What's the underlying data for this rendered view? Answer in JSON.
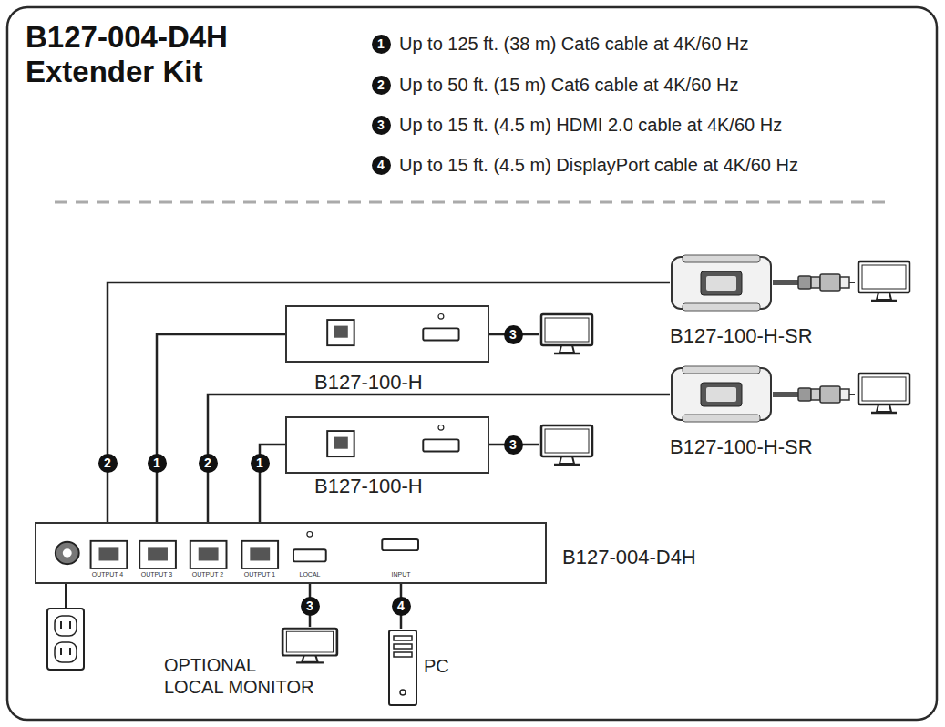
{
  "diagram": {
    "title": "B127-004-D4H Extender Kit",
    "nodes": [
      {
        "text": [
          "B127-100-H-SR"
        ]
      },
      {
        "text": [
          "B127-100-H"
        ]
      },
      {
        "text": [
          "B127-100-H-SR"
        ]
      },
      {
        "text": [
          "B127-100-H"
        ]
      },
      {
        "text": [
          "B127-004-D4H"
        ]
      },
      {
        "text": [
          "OPTIONAL LOCAL MONITOR"
        ]
      },
      {
        "text": [
          "PC"
        ]
      }
    ],
    "edges": [
      {
        "from": 4,
        "to": 0,
        "arrow": "none",
        "label": "2"
      },
      {
        "from": 4,
        "to": 1,
        "arrow": "none",
        "label": "1"
      },
      {
        "from": 4,
        "to": 2,
        "arrow": "none",
        "label": "2"
      },
      {
        "from": 4,
        "to": 3,
        "arrow": "none",
        "label": "1"
      },
      {
        "from": 4,
        "to": 5,
        "arrow": "none",
        "label": "3"
      },
      {
        "from": 4,
        "to": 6,
        "arrow": "none",
        "label": "4"
      }
    ],
    "labels": [
      "1",
      "Up to 125 ft. (38 m) Cat6 cable at 4K/60 Hz",
      "2",
      "Up to 50 ft. (15 m) Cat6 cable at 4K/60 Hz",
      "3",
      "Up to 15 ft. (4.5 m) HDMI 2.0 cable at 4K/60 Hz",
      "4",
      "Up to 15 ft. (4.5 m) DisplayPort cable at 4K/60 Hz",
      "3",
      "3",
      "OUTPUT 4",
      "OUTPUT 3",
      "OUTPUT 2",
      "OUTPUT 1",
      "LOCAL",
      "INPUT"
    ]
  }
}
